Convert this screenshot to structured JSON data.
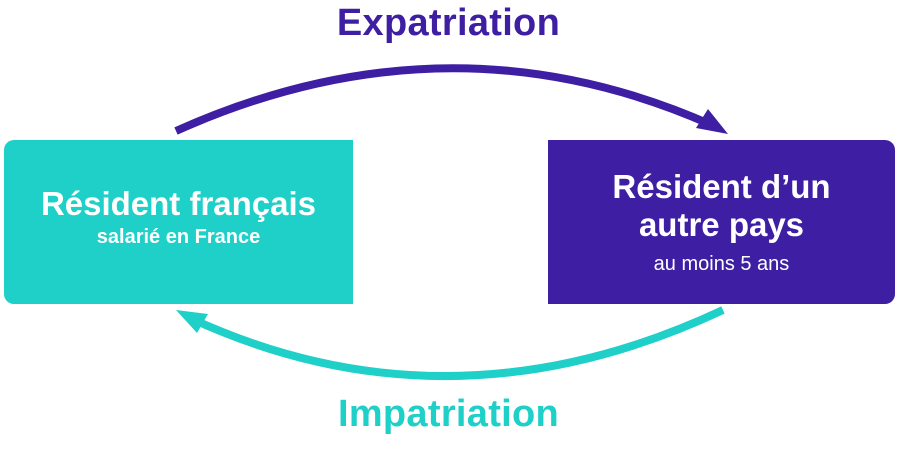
{
  "colors": {
    "purple": "#3e1fa3",
    "teal": "#1fd0c8"
  },
  "top_arrow": {
    "label": "Expatriation",
    "direction": "left-to-right"
  },
  "bottom_arrow": {
    "label": "Impatriation",
    "direction": "right-to-left"
  },
  "left_box": {
    "title": "Résident français",
    "subtitle": "salarié en France"
  },
  "right_box": {
    "title_line1": "Résident d’un",
    "title_line2": "autre pays",
    "subtitle": "au moins 5 ans"
  }
}
